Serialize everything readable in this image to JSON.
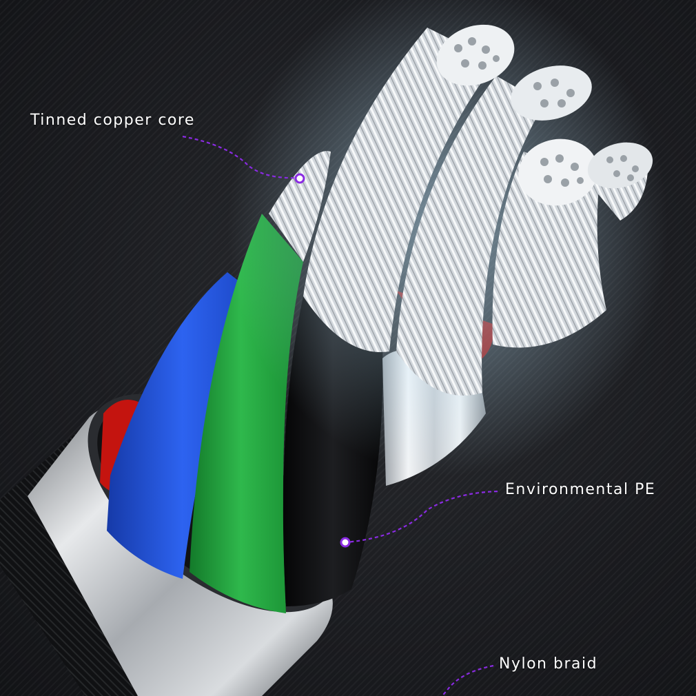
{
  "callouts": {
    "core": {
      "label": "Tinned copper core"
    },
    "pe": {
      "label": "Environmental PE"
    },
    "braid": {
      "label": "Nylon braid"
    }
  },
  "colors": {
    "background": "#1b1c20",
    "accent": "#8a2be2",
    "wire_blue": "#1f4fd8",
    "wire_green": "#1f9a3a",
    "wire_red": "#c4140f",
    "wire_black": "#0c0c0e",
    "strand_silver": "#d8dde2",
    "ferrule_silver": "#b9bcc0"
  }
}
